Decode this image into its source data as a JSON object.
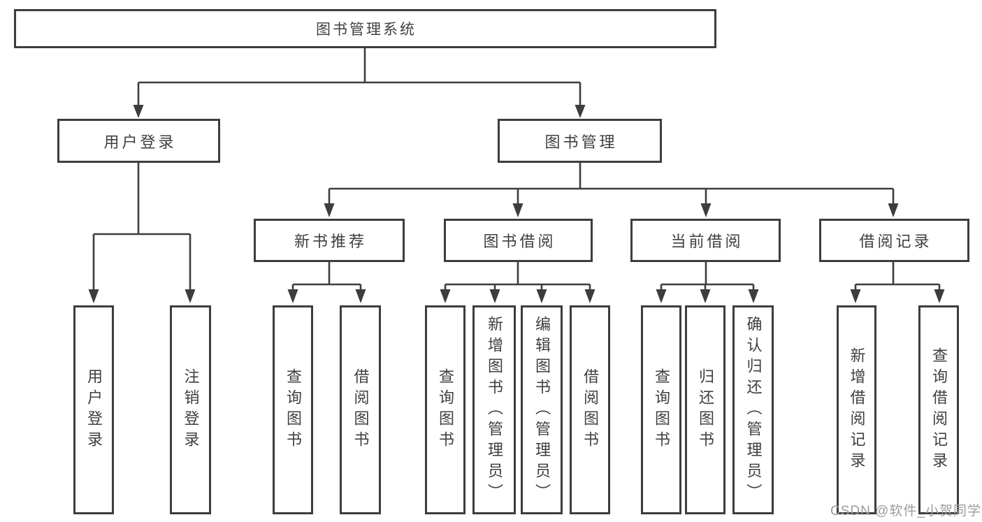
{
  "title": "图书管理系统",
  "level2": {
    "user_login": "用户登录",
    "book_management": "图书管理"
  },
  "level3": {
    "new_book_recommend": "新书推荐",
    "book_borrow": "图书借阅",
    "current_borrow": "当前借阅",
    "borrow_record": "借阅记录"
  },
  "leaves": {
    "user_login": "用户登录",
    "logout": "注销登录",
    "recommend_query_books": "查询图书",
    "recommend_borrow_books": "借阅图书",
    "borrow_query_books": "查询图书",
    "borrow_add_books": "新增图书（管理员）",
    "borrow_edit_books": "编辑图书（管理员）",
    "borrow_borrow_books": "借阅图书",
    "current_query_books": "查询图书",
    "current_return_books": "归还图书",
    "current_confirm_return": "确认归还（管理员）",
    "record_add": "新增借阅记录",
    "record_query": "查询借阅记录"
  },
  "watermark": "CSDN @软件_小贺同学",
  "colors": {
    "line": "#3d3d3d",
    "text": "#3f3f3f",
    "watermark": "#9c9c9c",
    "background": "#ffffff"
  }
}
